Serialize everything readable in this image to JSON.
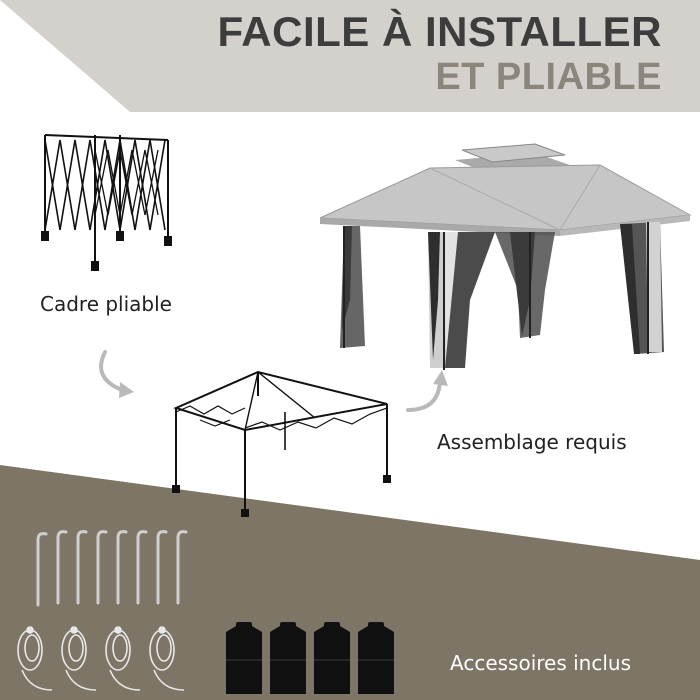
{
  "header": {
    "title_line1": "FACILE À INSTALLER",
    "title_line2": "ET PLIABLE"
  },
  "labels": {
    "folding_frame": "Cadre pliable",
    "assembly": "Assemblage requis",
    "accessories": "Accessoires inclus"
  },
  "colors": {
    "header_band": "#d4d1cc",
    "bottom_band": "#7d7565",
    "canopy_grey": "#c6c6c6",
    "net_dark": "#4a4a4a",
    "text_dark": "#3d3d3d",
    "text_muted": "#8b857b"
  }
}
